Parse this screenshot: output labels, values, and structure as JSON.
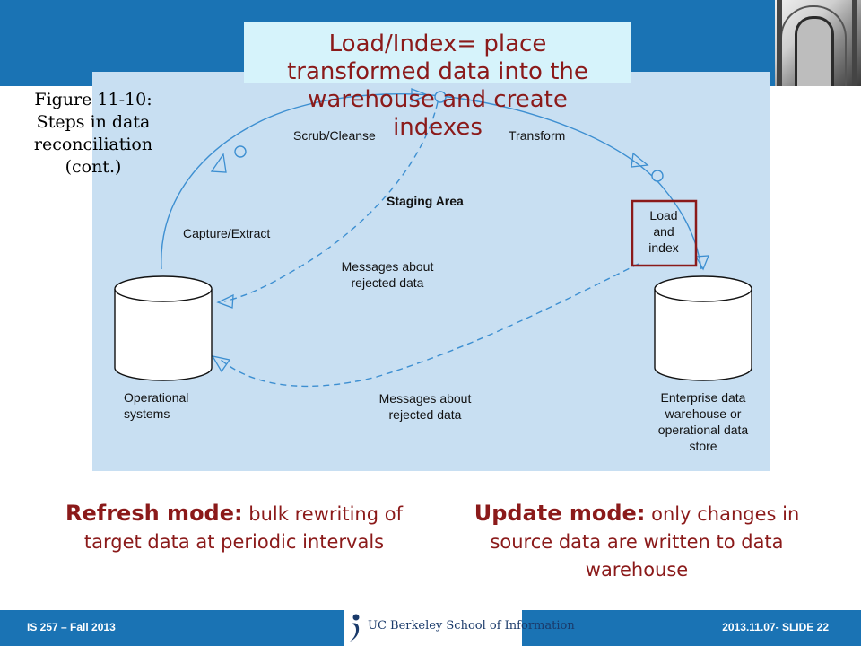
{
  "callout": {
    "lines": [
      "Load/Index= place",
      "transformed data into the",
      "warehouse and create",
      "indexes"
    ]
  },
  "figure_caption": {
    "lines": [
      "Figure 11-10:",
      "Steps in data",
      "reconciliation",
      "(cont.)"
    ]
  },
  "diagram": {
    "scrub_cleanse": "Scrub/Cleanse",
    "transform": "Transform",
    "staging_area": "Staging Area",
    "capture_extract": "Capture/Extract",
    "load_index": [
      "Load",
      "and",
      "index"
    ],
    "messages_rejected_upper": [
      "Messages about",
      "rejected data"
    ],
    "messages_rejected_lower": [
      "Messages about",
      "rejected data"
    ],
    "operational_systems": [
      "Operational",
      "systems"
    ],
    "enterprise_store": [
      "Enterprise data",
      "warehouse or",
      "operational data",
      "store"
    ],
    "colors": {
      "background": "#c8dff2",
      "flow_line": "#3d8fd1",
      "highlight_box": "#8b1a1a"
    }
  },
  "modes": {
    "refresh_title": "Refresh mode:",
    "refresh_desc": "bulk rewriting of target data at periodic intervals",
    "update_title": "Update mode:",
    "update_desc": "only changes in source data are written to data warehouse"
  },
  "footer": {
    "left": "IS 257 – Fall 2013",
    "center_logo_text": "UC Berkeley School of Information",
    "right": "2013.11.07- SLIDE 22"
  },
  "colors": {
    "band": "#1a73b4",
    "accent_text": "#8b1a1a"
  }
}
